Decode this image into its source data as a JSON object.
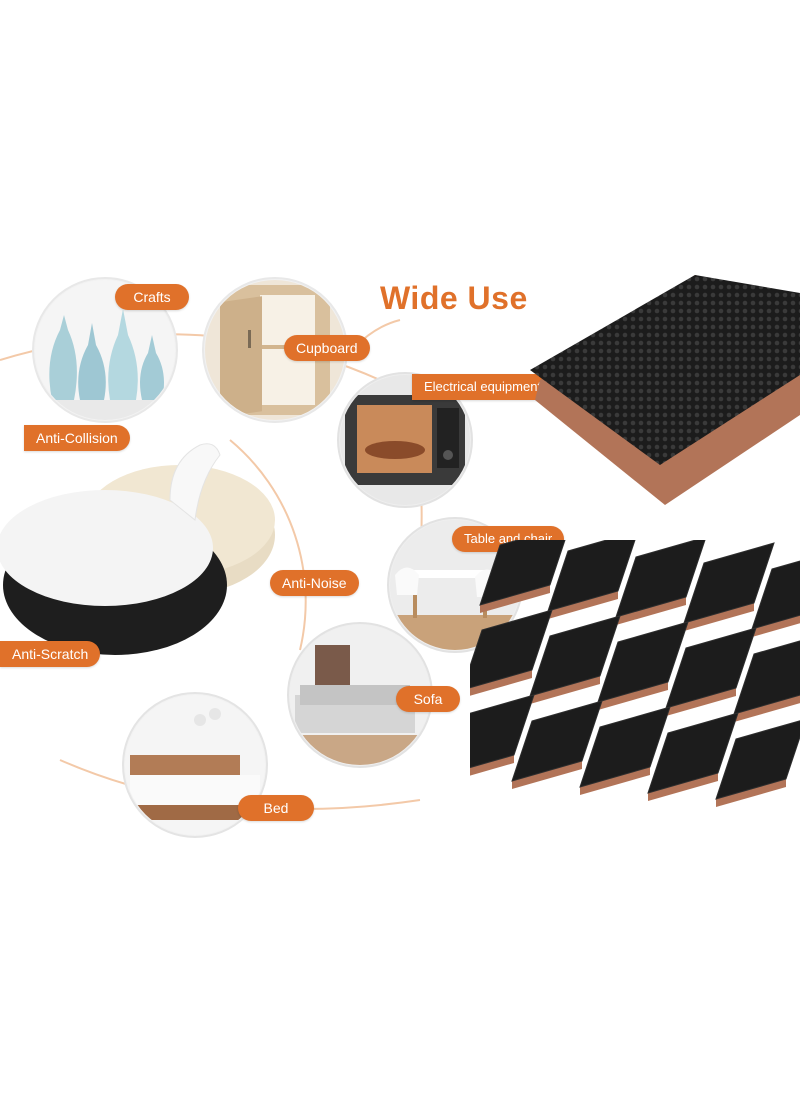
{
  "headline": "Wide Use",
  "labels": {
    "crafts": "Crafts",
    "cupboard": "Cupboard",
    "electrical": "Electrical equipment",
    "anti_collision": "Anti-Collision",
    "anti_noise": "Anti-Noise",
    "anti_scratch": "Anti-Scratch",
    "table_chair": "Table and chair",
    "sofa": "Sofa",
    "bed": "Bed"
  },
  "colors": {
    "accent": "#e0712a",
    "pad_black": "#1c1c1c",
    "felt_brown": "#b27458"
  }
}
